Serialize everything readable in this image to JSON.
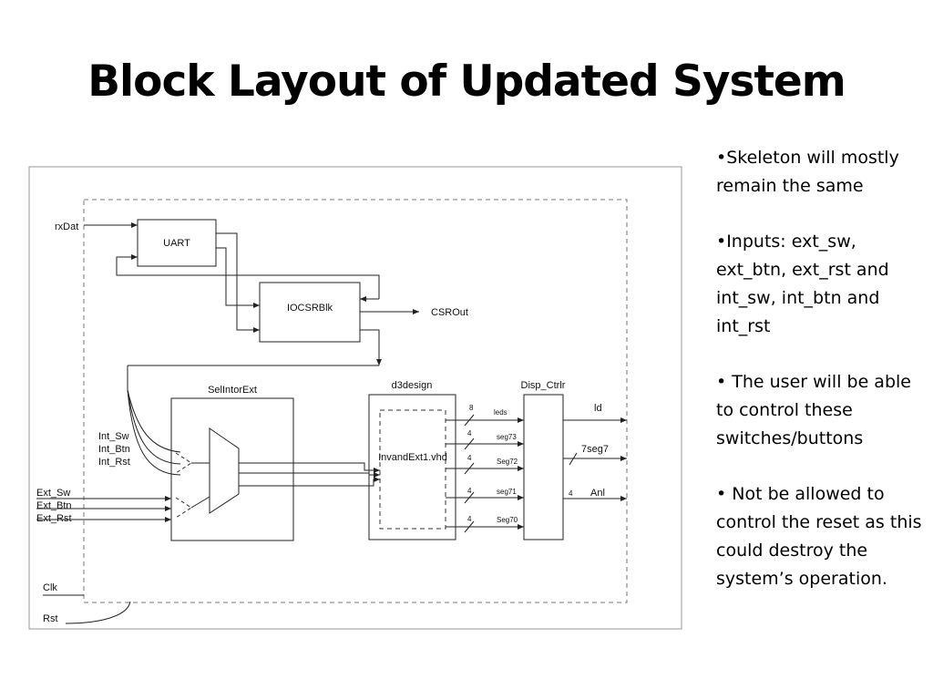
{
  "slide": {
    "title": "Block Layout of Updated System",
    "bullets": [
      "•Skeleton will mostly remain the same",
      "•Inputs: ext_sw, ext_btn, ext_rst and int_sw, int_btn and int_rst",
      "• The user will be able to control these switches/buttons",
      "• Not be allowed to control the reset as this could destroy the system’s operation."
    ]
  },
  "diagram": {
    "blocks": {
      "uart": "UART",
      "iocsr": "IOCSRBlk",
      "sel": "SelIntorExt",
      "d3": "d3design",
      "invand": "InvandExt1.vhd",
      "disp": "Disp_Ctrlr"
    },
    "inputs": {
      "rxdat": "rxDat",
      "int_sw": "Int_Sw",
      "int_btn": "Int_Btn",
      "int_rst": "Int_Rst",
      "ext_sw": "Ext_Sw",
      "ext_btn": "Ext_Btn",
      "ext_rst": "Ext_Rst",
      "clk": "Clk",
      "rst": "Rst"
    },
    "outputs": {
      "csrout": "CSROut",
      "ld": "ld",
      "seg7": "7seg7",
      "anl": "Anl"
    },
    "buses": [
      {
        "width": "8",
        "name": "leds"
      },
      {
        "width": "4",
        "name": "seg73"
      },
      {
        "width": "4",
        "name": "Seg72"
      },
      {
        "width": "4",
        "name": "seg71"
      },
      {
        "width": "4",
        "name": "Seg70"
      }
    ],
    "anl_width": "4"
  }
}
